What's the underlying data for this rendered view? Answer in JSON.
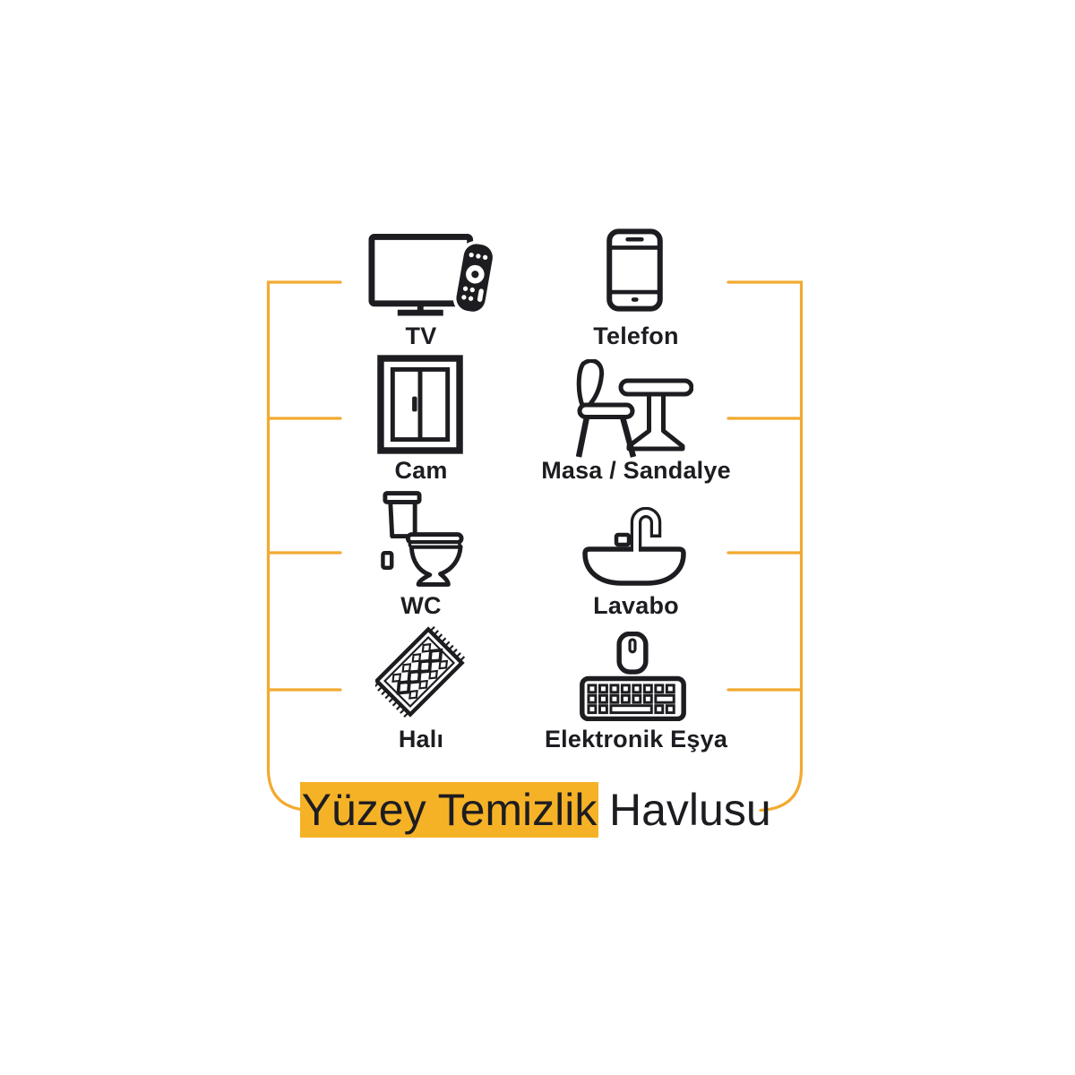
{
  "title": {
    "highlighted": "Yüzey Temizlik",
    "rest": "Havlusu"
  },
  "items": [
    {
      "label": "TV",
      "icon": "tv-remote-icon"
    },
    {
      "label": "Telefon",
      "icon": "smartphone-icon"
    },
    {
      "label": "Cam",
      "icon": "window-icon"
    },
    {
      "label": "Masa / Sandalye",
      "icon": "table-chair-icon"
    },
    {
      "label": "WC",
      "icon": "toilet-icon"
    },
    {
      "label": "Lavabo",
      "icon": "sink-icon"
    },
    {
      "label": "Halı",
      "icon": "carpet-icon"
    },
    {
      "label": "Elektronik Eşya",
      "icon": "keyboard-mouse-icon"
    }
  ],
  "colors": {
    "ink": "#1d1d21",
    "bracket": "#F2AA30",
    "highlight": "#F6B227",
    "background": "#ffffff"
  }
}
